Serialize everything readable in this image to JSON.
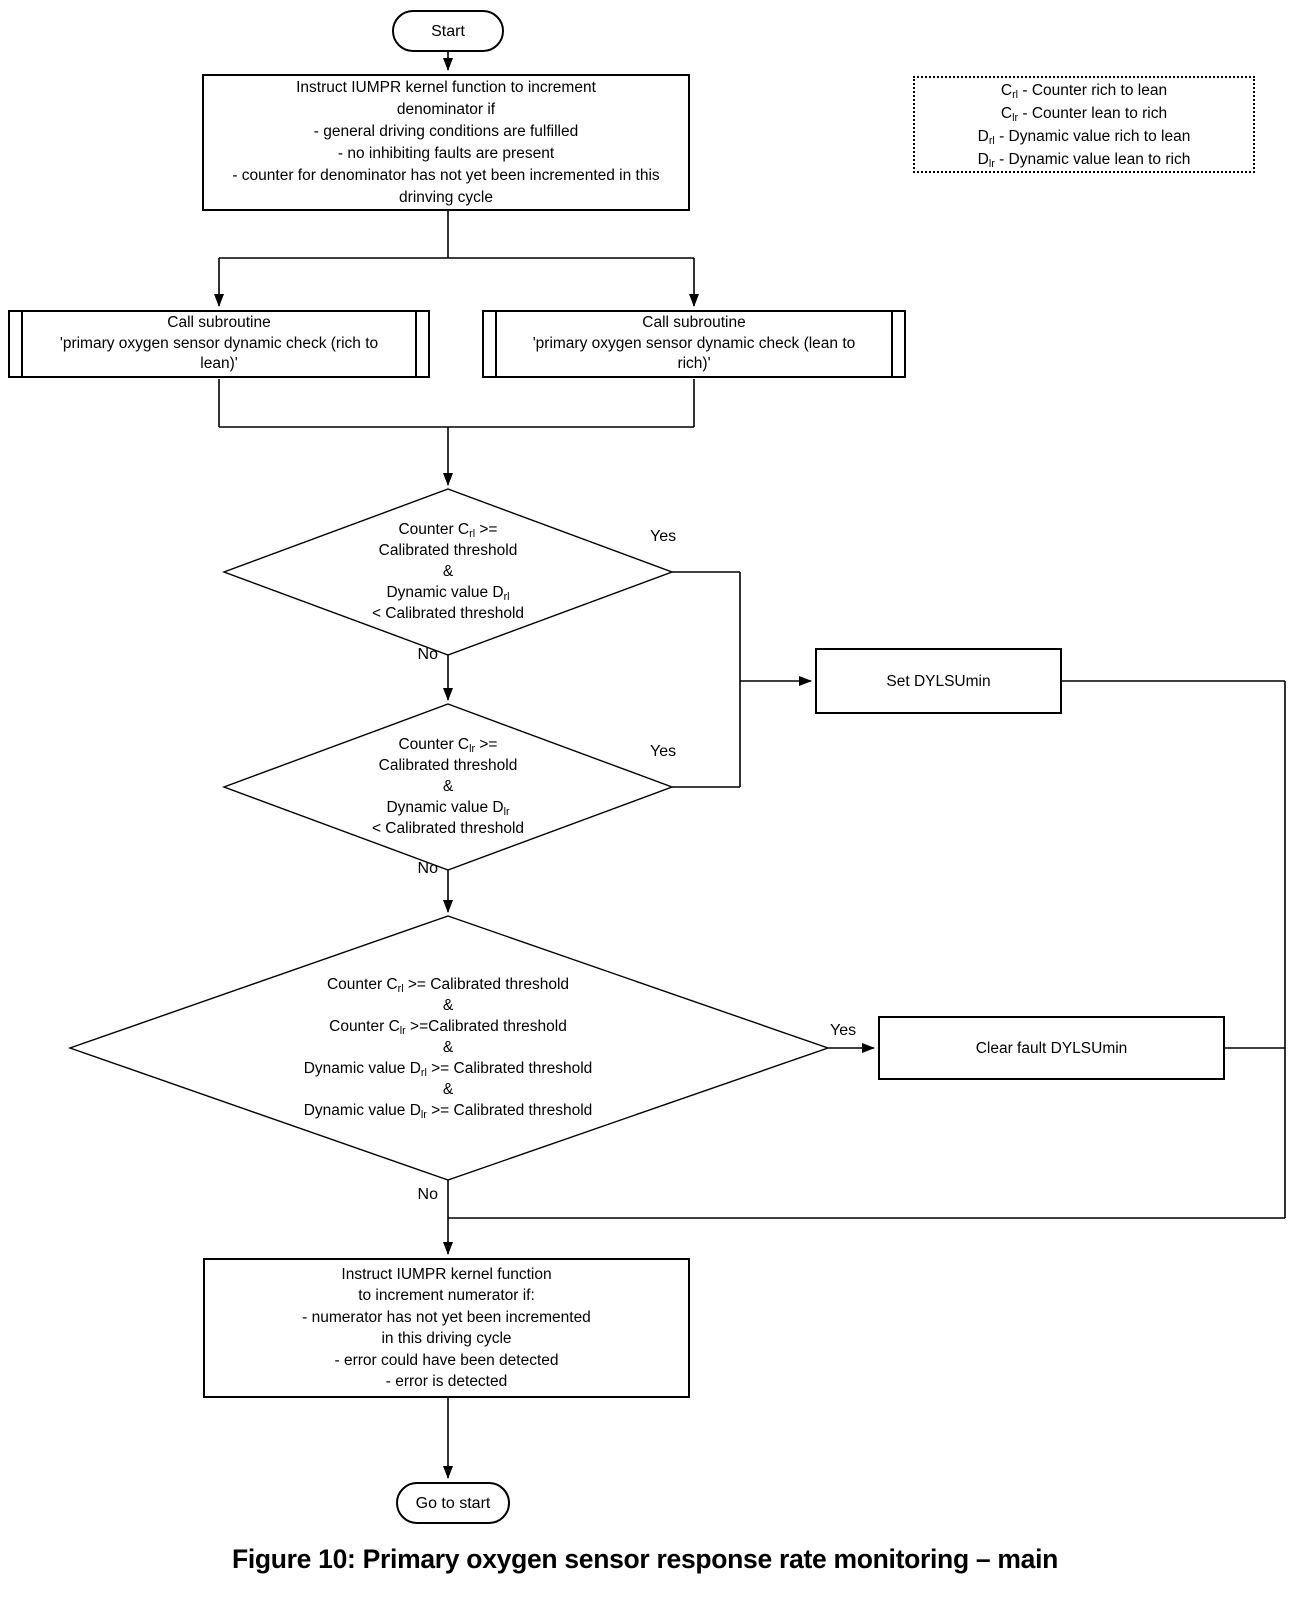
{
  "caption": "Figure 10: Primary oxygen sensor response rate monitoring – main",
  "colors": {
    "line": "#000000",
    "background": "#ffffff",
    "text": "#000000"
  },
  "flowchart": {
    "start": {
      "label": "Start"
    },
    "denominator_box": {
      "lines": [
        "Instruct IUMPR kernel function to increment",
        "denominator if",
        "- general driving conditions are fulfilled",
        "- no inhibiting faults are present",
        "- counter for denominator has not yet been incremented in this",
        "drinving cycle"
      ]
    },
    "legend": {
      "lines": [
        "C_{rl} - Counter rich to lean",
        "C_{lr} - Counter lean to rich",
        "D_{rl} - Dynamic value rich to lean",
        "D_{lr} - Dynamic value lean to rich"
      ]
    },
    "subroutine_rich_to_lean": {
      "lines": [
        "Call subroutine",
        "'primary oxygen sensor dynamic check (rich to",
        "lean)'"
      ]
    },
    "subroutine_lean_to_rich": {
      "lines": [
        "Call subroutine",
        "'primary oxygen sensor dynamic check (lean to",
        "rich)'"
      ]
    },
    "decision_rich_to_lean": {
      "lines": [
        "Counter C_{rl} >=",
        "Calibrated threshold",
        "&",
        "Dynamic value D_{rl}",
        "< Calibrated threshold"
      ]
    },
    "decision_lean_to_rich": {
      "lines": [
        "Counter C_{lr} >=",
        "Calibrated threshold",
        "&",
        "Dynamic value D_{lr}",
        "< Calibrated threshold"
      ]
    },
    "decision_all_ok": {
      "lines": [
        "Counter C_{rl} >= Calibrated threshold",
        "&",
        "Counter C_{lr} >=Calibrated threshold",
        "&",
        "Dynamic value D_{rl} >= Calibrated threshold",
        "&",
        "Dynamic value D_{lr} >= Calibrated threshold"
      ]
    },
    "set_fault_box": {
      "label": "Set DYLSUmin"
    },
    "clear_fault_box": {
      "label": "Clear fault DYLSUmin"
    },
    "numerator_box": {
      "lines": [
        "Instruct IUMPR kernel function",
        "to increment numerator if:",
        "- numerator has not yet been incremented",
        "in this driving cycle",
        "- error could have been detected",
        "- error is detected"
      ]
    },
    "goto_start": {
      "label": "Go to start"
    },
    "labels": {
      "yes_crl": "Yes",
      "no_crl": "No",
      "yes_clr": "Yes",
      "no_clr": "No",
      "yes_all": "Yes",
      "no_all": "No"
    }
  }
}
